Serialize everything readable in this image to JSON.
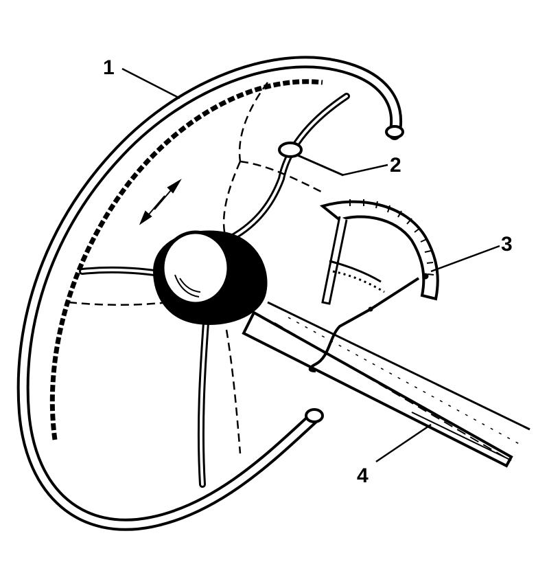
{
  "figure": {
    "ink_color": "#000000",
    "paper_color": "#ffffff",
    "callouts": [
      {
        "id": "1",
        "label": "1"
      },
      {
        "id": "2",
        "label": "2"
      },
      {
        "id": "3",
        "label": "3"
      },
      {
        "id": "4",
        "label": "4"
      }
    ]
  }
}
